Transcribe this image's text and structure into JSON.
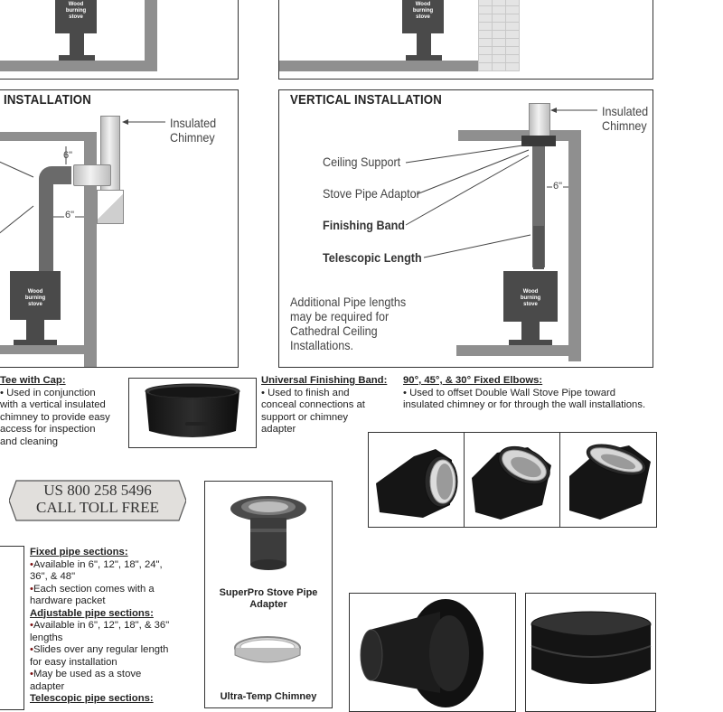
{
  "top_left_panel": {
    "stove_label": "Wood\nburning\nstove"
  },
  "top_right_panel": {
    "stove_label": "Wood\nburning\nstove"
  },
  "wall_panel": {
    "title": "INSTALLATION",
    "chimney_label": "Insulated\nChimney",
    "clearance_top": "6\"",
    "clearance_side": "6\"",
    "stove_label": "Wood\nburning\nstove"
  },
  "vertical_panel": {
    "title": "VERTICAL INSTALLATION",
    "chimney_label": "Insulated\nChimney",
    "ceiling_support": "Ceiling Support",
    "stove_pipe_adaptor": "Stove Pipe Adaptor",
    "finishing_band": "Finishing Band",
    "telescopic_length": "Telescopic Length",
    "clearance": "6\"",
    "note": "Additional Pipe lengths\nmay be required for\nCathedral Ceiling\nInstallations.",
    "stove_label": "Wood\nburning\nstove"
  },
  "tee_cap": {
    "heading": "Tee with Cap:",
    "body": "• Used in conjunction\nwith a vertical insulated\nchimney to provide easy\naccess for inspection\nand cleaning"
  },
  "finishing_band": {
    "heading": "Universal Finishing Band:",
    "body": "• Used to finish and\nconceal connections at\nsupport or chimney\nadapter"
  },
  "elbows": {
    "heading": "90°, 45°, & 30° Fixed Elbows:",
    "body": "• Used to offset Double Wall Stove Pipe toward\ninsulated chimney or for through the wall installations."
  },
  "phone_banner": {
    "line1": "US 800 258 5496",
    "line2": "CALL TOLL FREE"
  },
  "adapter_box": {
    "caption1": "SuperPro Stove Pipe\nAdapter",
    "caption2": "Ultra-Temp Chimney"
  },
  "pipe_sections": {
    "fixed_heading": "Fixed pipe sections:",
    "fixed_items": [
      "Available in 6\", 12\", 18\",  24\",\n36\", & 48\"",
      "Each section comes with a\nhardware packet"
    ],
    "adjustable_heading": "Adjustable pipe sections:",
    "adjustable_items": [
      "Available in 6\", 12\", 18\", & 36\"\nlengths",
      "Slides over any regular length\nfor easy installation",
      "May be used as a stove\nadapter"
    ],
    "telescopic_heading": "Telescopic pipe sections:"
  },
  "colors": {
    "ink": "#222222",
    "wall_gray": "#8f8f8f",
    "stove": "#4a4a4a",
    "bullet": "#7a1010"
  }
}
